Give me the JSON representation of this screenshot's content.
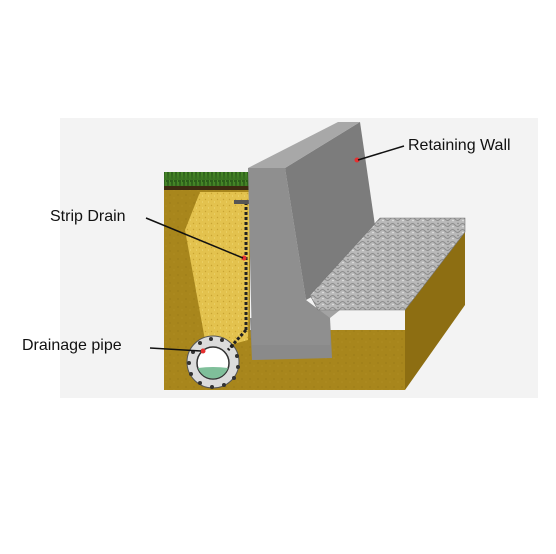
{
  "diagram": {
    "labels": {
      "retaining_wall": "Retaining Wall",
      "strip_drain": "Strip Drain",
      "drainage_pipe": "Drainage pipe"
    },
    "colors": {
      "soil": "#a8861c",
      "soil_dark": "#8a6d12",
      "backfill": "#e2c04c",
      "wall_face": "#8c8c8c",
      "wall_top": "#9e9e9e",
      "wall_shadow": "#6f6f6f",
      "gravel": "#b8b8b8",
      "grass": "#2f6b1c",
      "marker": "#e53030",
      "pipe_water": "#7fbf9a"
    }
  }
}
